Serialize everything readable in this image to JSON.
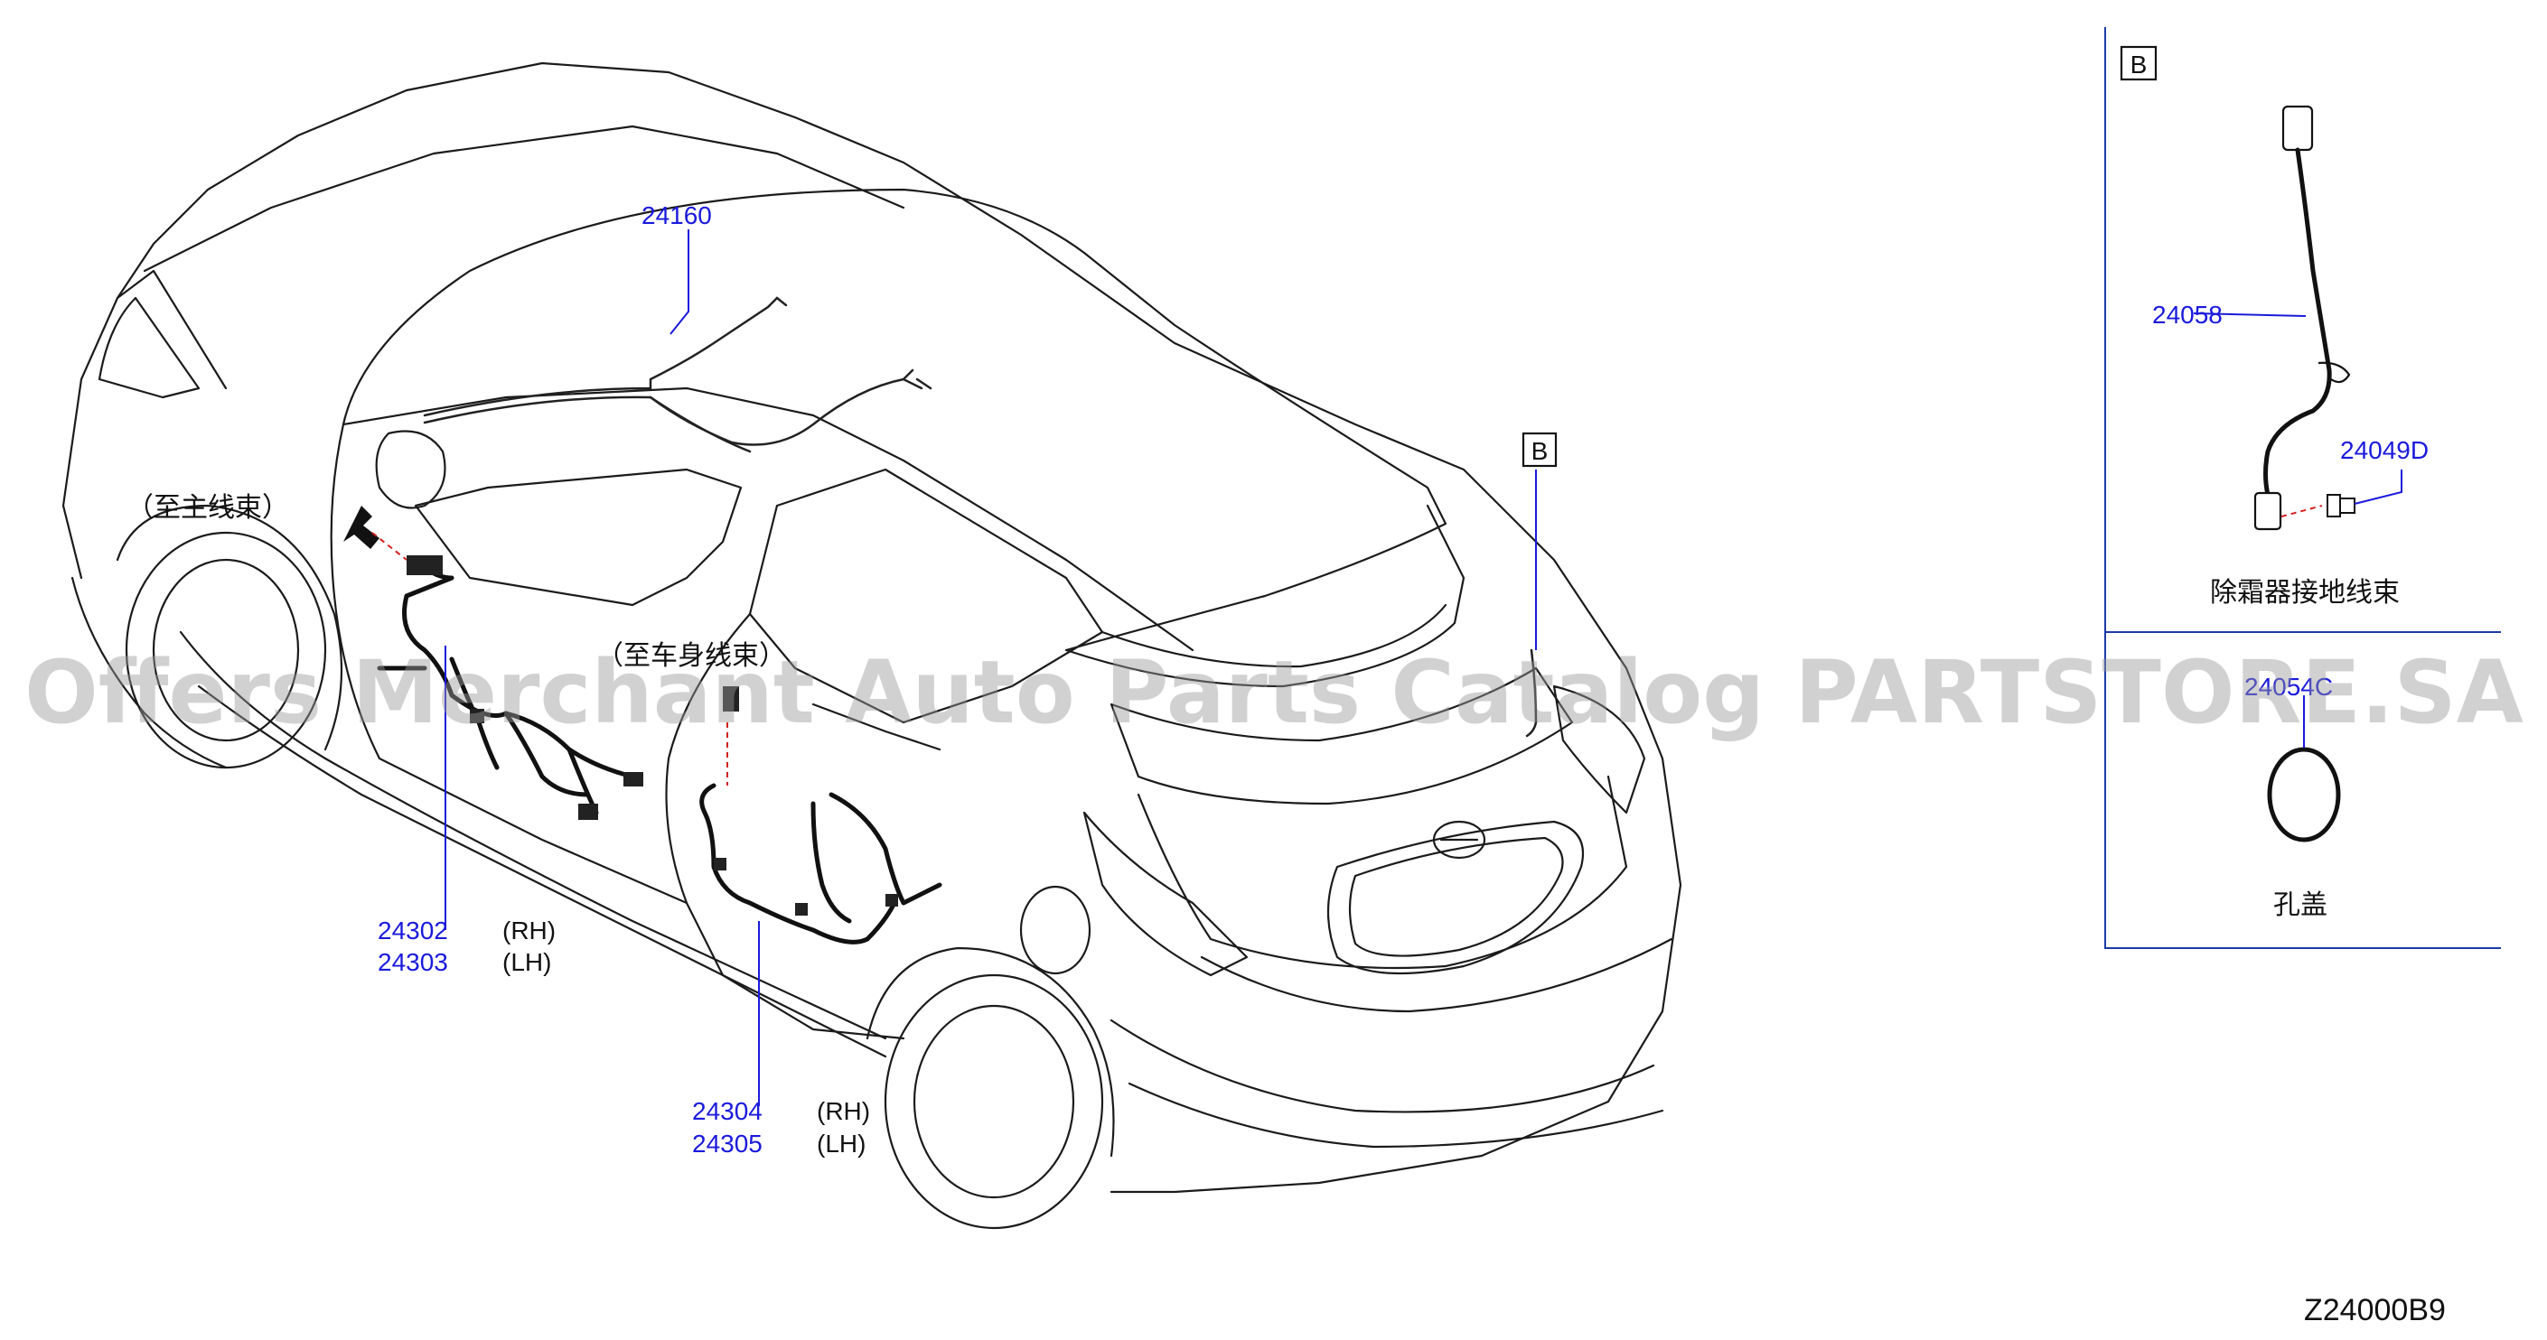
{
  "callouts": {
    "roof_harness": "24160",
    "front_door_rh": "24302",
    "front_door_lh": "24303",
    "rear_door_rh": "24304",
    "rear_door_lh": "24305",
    "defogger_ground": "24058",
    "bolt": "24049D",
    "grommet": "24054C"
  },
  "sides": {
    "rh": "(RH)",
    "lh": "(LH)"
  },
  "notes": {
    "to_main_harness": "（至主线束）",
    "to_body_harness": "（至车身线束）",
    "defogger_ground_name": "除霜器接地线束",
    "grommet_name": "孔盖"
  },
  "detail_marker": "B",
  "diagram_code": "Z24000B9",
  "watermark": "Offers Merchant Auto Parts Catalog PARTSTORE.SA"
}
